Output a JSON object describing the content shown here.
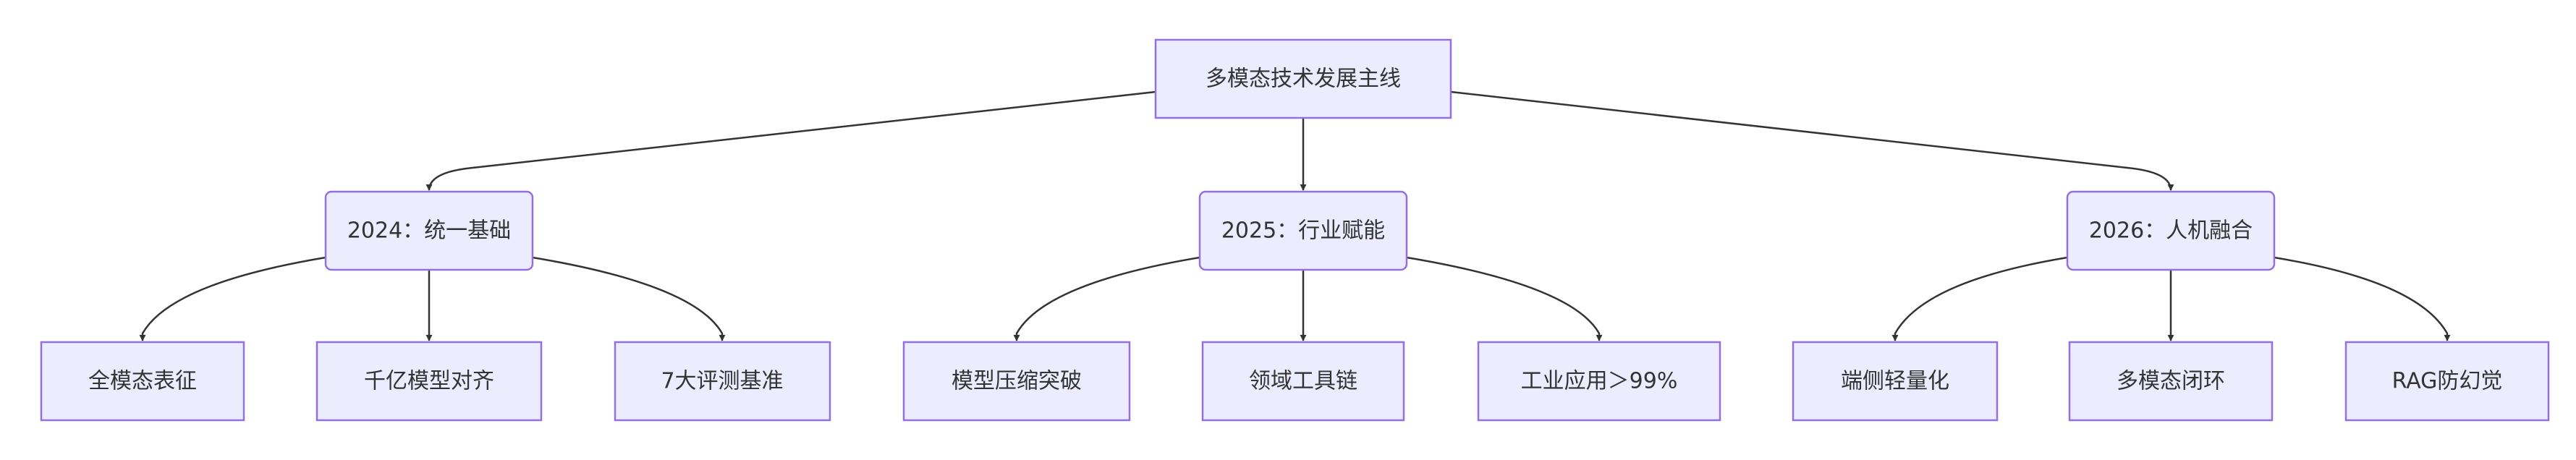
{
  "diagram": {
    "root": {
      "id": "root",
      "label": "多模态技术发展主线"
    },
    "years": [
      {
        "id": "y2024",
        "label": "2024：统一基础"
      },
      {
        "id": "y2025",
        "label": "2025：行业赋能"
      },
      {
        "id": "y2026",
        "label": "2026：人机融合"
      }
    ],
    "leaves": [
      {
        "id": "l1",
        "parent": "y2024",
        "label": "全模态表征"
      },
      {
        "id": "l2",
        "parent": "y2024",
        "label": "千亿模型对齐"
      },
      {
        "id": "l3",
        "parent": "y2024",
        "label": "7大评测基准"
      },
      {
        "id": "l4",
        "parent": "y2025",
        "label": "模型压缩突破"
      },
      {
        "id": "l5",
        "parent": "y2025",
        "label": "领域工具链"
      },
      {
        "id": "l6",
        "parent": "y2025",
        "label": "工业应用＞99%"
      },
      {
        "id": "l7",
        "parent": "y2026",
        "label": "端侧轻量化"
      },
      {
        "id": "l8",
        "parent": "y2026",
        "label": "多模态闭环"
      },
      {
        "id": "l9",
        "parent": "y2026",
        "label": "RAG防幻觉"
      }
    ],
    "edges": [
      [
        "root",
        "y2024"
      ],
      [
        "root",
        "y2025"
      ],
      [
        "root",
        "y2026"
      ],
      [
        "y2024",
        "l1"
      ],
      [
        "y2024",
        "l2"
      ],
      [
        "y2024",
        "l3"
      ],
      [
        "y2025",
        "l4"
      ],
      [
        "y2025",
        "l5"
      ],
      [
        "y2025",
        "l6"
      ],
      [
        "y2026",
        "l7"
      ],
      [
        "y2026",
        "l8"
      ],
      [
        "y2026",
        "l9"
      ]
    ],
    "colors": {
      "node_fill": "#ECECFF",
      "node_stroke": "#9370DB",
      "edge": "#333333"
    }
  }
}
